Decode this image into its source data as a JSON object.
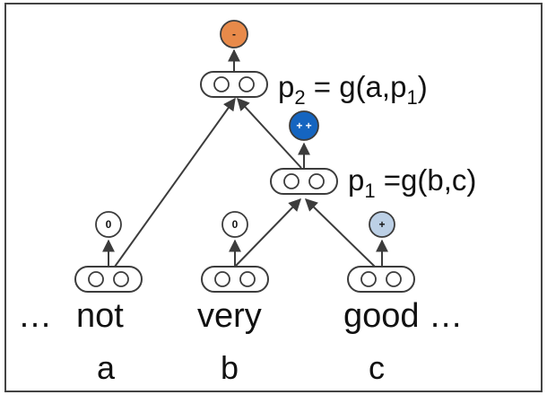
{
  "diagram": {
    "words": [
      {
        "id": "ellipsis-left",
        "text": "…",
        "var": ""
      },
      {
        "id": "not",
        "text": "not",
        "var": "a"
      },
      {
        "id": "very",
        "text": "very",
        "var": "b"
      },
      {
        "id": "good",
        "text": "good …",
        "var": "c"
      }
    ],
    "sentiment_labels": {
      "a": "0",
      "b": "0",
      "c": "+",
      "p1": "+ +",
      "p2": "-"
    },
    "equations": {
      "p2": {
        "lhs": "p",
        "lhs_sub": "2",
        "mid": " = g(a,p",
        "mid_sub": "1",
        "end": ")"
      },
      "p1": {
        "lhs": "p",
        "lhs_sub": "1",
        "mid": " =g(b,c)"
      }
    },
    "colors": {
      "neutral": "#ffffff",
      "positive": "#bcd0e6",
      "very_positive": "#1565c0",
      "negative": "#e88a4a"
    }
  }
}
